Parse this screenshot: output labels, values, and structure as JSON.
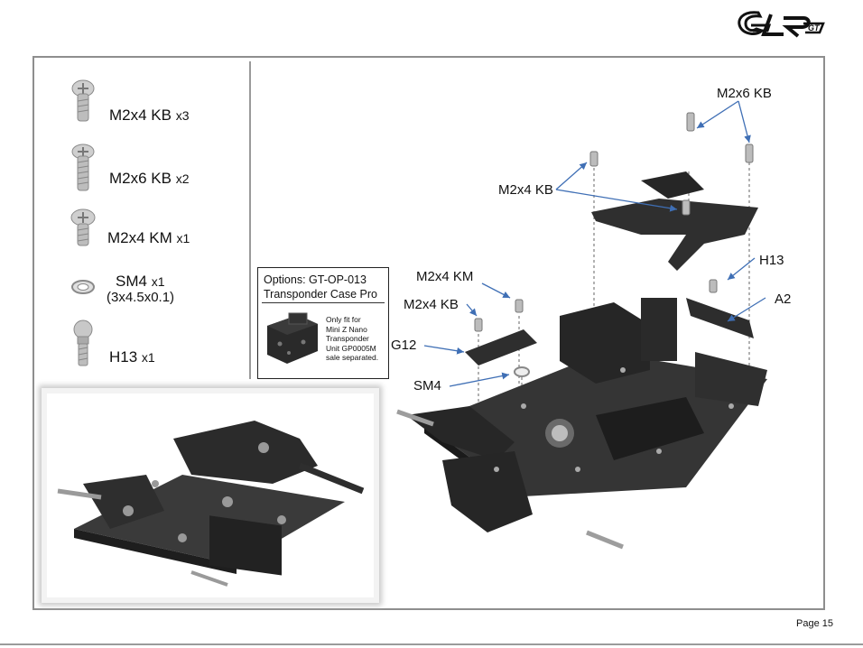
{
  "logo": {
    "text": "GLR GT"
  },
  "parts": [
    {
      "name": "M2x4 KB",
      "qty": "x3"
    },
    {
      "name": "M2x6 KB",
      "qty": "x2"
    },
    {
      "name": "M2x4 KM",
      "qty": "x1"
    },
    {
      "name": "SM4",
      "qty": "x1",
      "size": "(3x4.5x0.1)"
    },
    {
      "name": "H13",
      "qty": "x1"
    }
  ],
  "options": {
    "line1": "Options: GT-OP-013",
    "line2": "Transponder Case Pro",
    "note": [
      "Only fit for",
      "Mini Z Nano",
      "Transponder",
      "Unit GP0005M",
      "sale separated."
    ]
  },
  "callouts": {
    "m2x6_kb": "M2x6 KB",
    "m2x4_kb_top": "M2x4 KB",
    "h13": "H13",
    "a2": "A2",
    "m2x4_km": "M2x4 KM",
    "m2x4_kb_left": "M2x4 KB",
    "g12": "G12",
    "sm4": "SM4"
  },
  "footer": {
    "page": "Page 15"
  },
  "colors": {
    "frame": "#8e8e8e",
    "arrow": "#3f6fb5",
    "chassis": "#2b2b2b",
    "screw": "#b9b9b9"
  }
}
